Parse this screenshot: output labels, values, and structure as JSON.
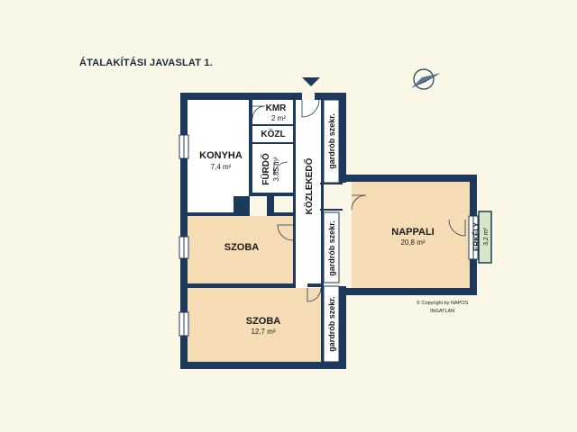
{
  "title": "ÁTALAKÍTÁSI JAVASLAT 1.",
  "copyright": {
    "line1": "© Copyright by NAPOS",
    "line2": "INGATLAN"
  },
  "rooms": {
    "kmr": {
      "name": "KMR",
      "area": "2 m²"
    },
    "kozl": {
      "name": "KÖZL"
    },
    "konyha": {
      "name": "KONYHA",
      "area": "7,4 m²"
    },
    "furdo": {
      "name": "FÜRDŐ",
      "area": "3,85 m²"
    },
    "kozlekedo": {
      "name": "KÖZLEKEDŐ"
    },
    "szoba1": {
      "name": "SZOBA"
    },
    "szoba2": {
      "name": "SZOBA",
      "area": "12,7 m²"
    },
    "nappali": {
      "name": "NAPPALI",
      "area": "20,8 m²"
    },
    "erkely": {
      "name": "ERKÉLY",
      "area": "3,2 m²"
    }
  },
  "wardrobes": [
    "gardrób szekr.",
    "gardrób szekr.",
    "gardrób szekr."
  ],
  "colors": {
    "wall": "#1d3a5c",
    "room_fill": "#f5dcb4",
    "white_room": "#ffffff",
    "balcony": "#d6e6c8",
    "background": "#faf7e6"
  },
  "icons": {
    "compass": "compass-icon",
    "entrance": "entrance-arrow-icon"
  }
}
